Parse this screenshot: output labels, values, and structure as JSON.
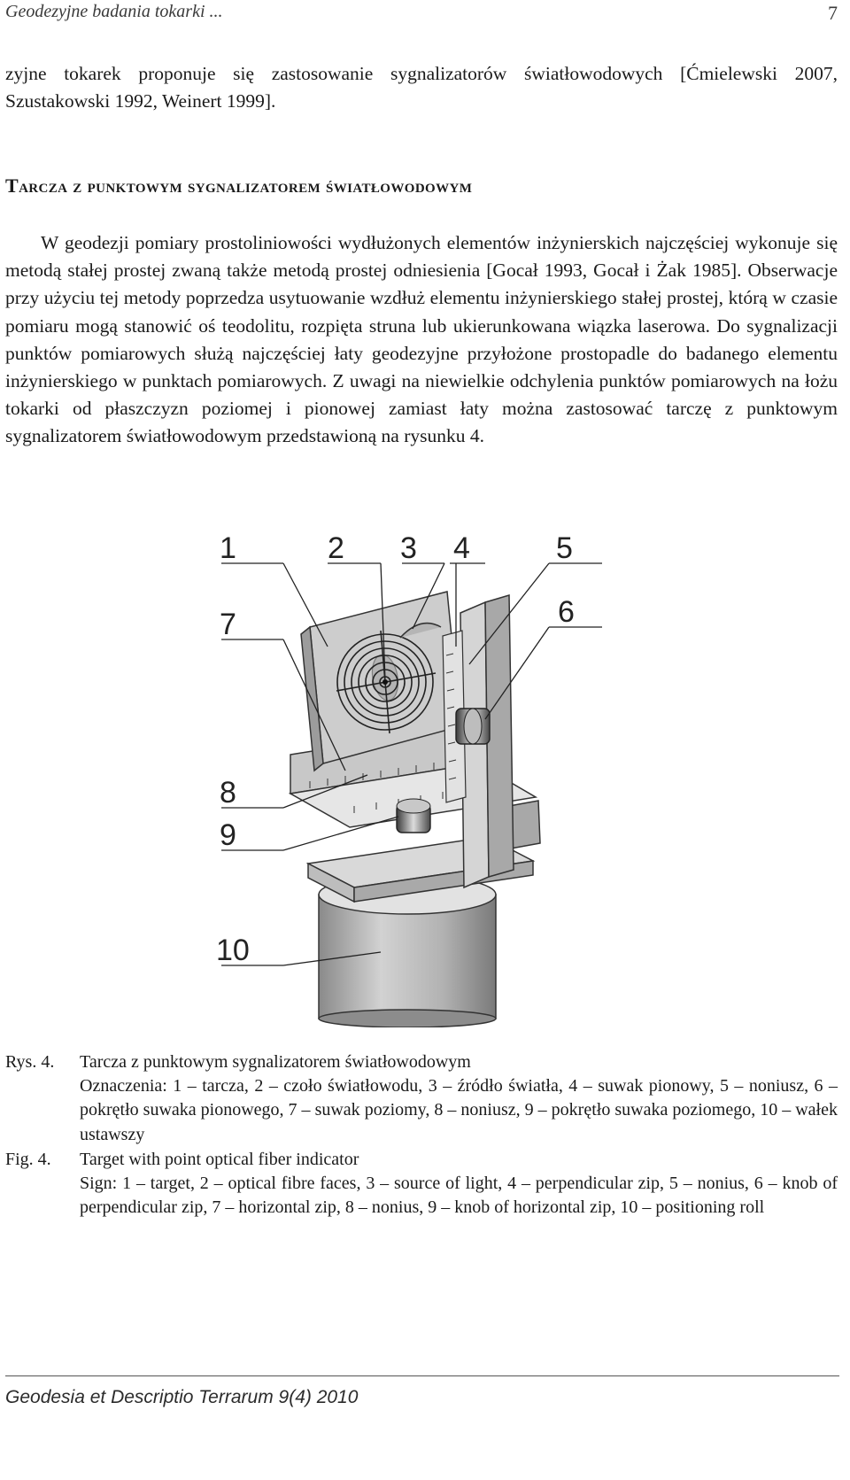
{
  "header": {
    "running_title": "Geodezyjne badania tokarki ...",
    "page_number": "7"
  },
  "continuation": "zyjne tokarek proponuje się zastosowanie sygnalizatorów światłowodowych [Ćmielewski 2007, Szustakowski 1992, Weinert 1999].",
  "section": {
    "heading": "Tarcza z punktowym sygnalizatorem światłowodowym",
    "body": "W geodezji pomiary prostoliniowości wydłużonych elementów inżynierskich najczęściej wykonuje się metodą stałej prostej zwaną także metodą prostej odniesienia [Gocał 1993, Gocał i Żak 1985]. Obserwacje przy użyciu tej metody poprzedza usytuowanie wzdłuż elementu inżynierskiego stałej prostej, którą w czasie pomiaru mogą stanowić oś teodolitu, rozpięta struna lub ukierunkowana wiązka laserowa. Do sygnalizacji punktów pomiarowych służą najczęściej łaty geodezyjne przyłożone prostopadle do badanego elementu inżynierskiego w punktach pomiarowych. Z uwagi na niewielkie odchylenia punktów pomiarowych na łożu tokarki od płaszczyzn poziomej i pionowej zamiast łaty można zastosować tarczę z punktowym sygnalizatorem światłowodowym przedstawioną na rysunku 4."
  },
  "figure": {
    "labels": [
      "1",
      "2",
      "3",
      "4",
      "5",
      "6",
      "7",
      "8",
      "9",
      "10"
    ]
  },
  "captions": {
    "pl_label": "Rys. 4.",
    "pl_title": "Tarcza z punktowym sygnalizatorem światłowodowym",
    "pl_legend": "Oznaczenia: 1 – tarcza, 2 – czoło światłowodu, 3 – źródło światła, 4 – suwak pionowy, 5 – noniusz, 6 – pokrętło suwaka pionowego, 7 – suwak poziomy, 8 – noniusz, 9 – pokrętło suwaka poziomego, 10 – wałek ustawszy",
    "en_label": "Fig. 4.",
    "en_title": "Target with point optical fiber indicator",
    "en_legend": "Sign: 1 – target, 2 – optical fibre faces, 3 – source of light, 4 – perpendicular zip, 5 – nonius, 6 – knob of perpendicular zip, 7 – horizontal zip, 8 – nonius, 9 – knob of horizontal zip, 10 – positioning roll"
  },
  "footer": {
    "journal": "Geodesia et Descriptio Terrarum 9(4) 2010"
  }
}
